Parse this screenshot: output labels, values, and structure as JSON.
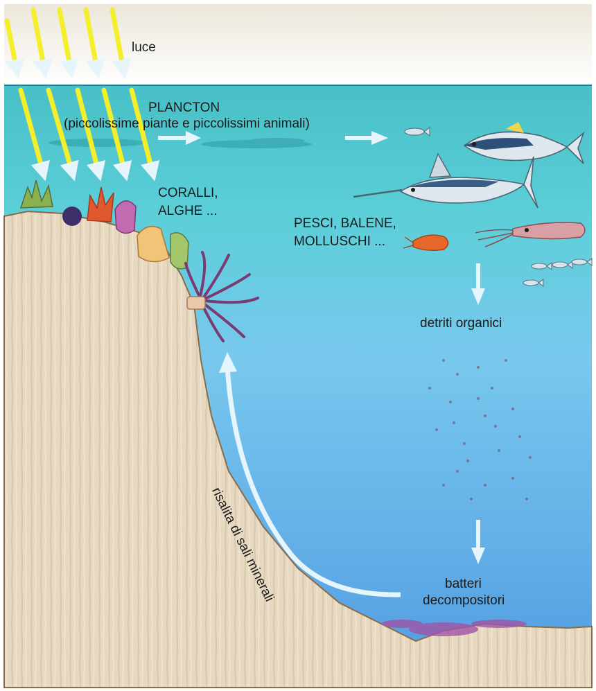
{
  "labels": {
    "light": "luce",
    "plankton_title": "PLANCTON",
    "plankton_desc": "(piccolissime piante e piccolissimi animali)",
    "corals_line1": "CORALLI,",
    "corals_line2": "ALGHE ...",
    "fauna_line1": "PESCI, BALENE,",
    "fauna_line2": "MOLLUSCHI ...",
    "detritus": "detriti organici",
    "bacteria_line1": "batteri",
    "bacteria_line2": "decompositori",
    "upwelling": "risalita di sali minerali"
  },
  "colors": {
    "sky": "#f4f1ea",
    "water_top": "#4fc1c8",
    "water_deep": "#63aeea",
    "rock": "#e6d8c0",
    "light_ray": "#f2ec2a",
    "flow_arrow": "#e6f5fb"
  },
  "icons": {
    "fish": "fish-icon",
    "swordfish": "swordfish-icon",
    "shrimp": "shrimp-icon",
    "squid": "squid-icon",
    "coral": "coral-icon",
    "anemone": "anemone-icon"
  }
}
